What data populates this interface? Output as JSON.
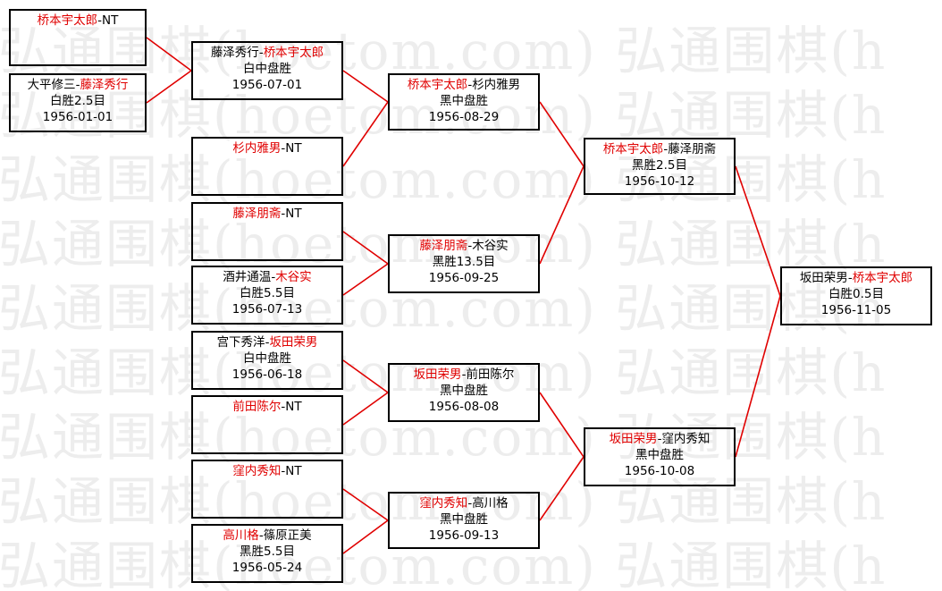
{
  "watermark": "弘通围棋(hoetom.com)",
  "colors": {
    "winner": "#e00000",
    "line": "#e00000",
    "border": "#000000",
    "watermark": "#ededed"
  },
  "nodes": [
    {
      "id": "r1a",
      "a": "桥本宇太郎",
      "b": "NT",
      "winner": "a",
      "result": "",
      "date": ""
    },
    {
      "id": "r1b",
      "a": "大平修三",
      "b": "藤泽秀行",
      "winner": "b",
      "result": "白胜2.5目",
      "date": "1956-01-01"
    },
    {
      "id": "r2a",
      "a": "藤泽秀行",
      "b": "桥本宇太郎",
      "winner": "b",
      "result": "白中盘胜",
      "date": "1956-07-01"
    },
    {
      "id": "r2b",
      "a": "杉内雅男",
      "b": "NT",
      "winner": "a",
      "result": "",
      "date": ""
    },
    {
      "id": "r2c",
      "a": "藤泽朋斋",
      "b": "NT",
      "winner": "a",
      "result": "",
      "date": ""
    },
    {
      "id": "r2d",
      "a": "酒井通温",
      "b": "木谷实",
      "winner": "b",
      "result": "白胜5.5目",
      "date": "1956-07-13"
    },
    {
      "id": "r2e",
      "a": "宫下秀洋",
      "b": "坂田荣男",
      "winner": "b",
      "result": "白中盘胜",
      "date": "1956-06-18"
    },
    {
      "id": "r2f",
      "a": "前田陈尔",
      "b": "NT",
      "winner": "a",
      "result": "",
      "date": ""
    },
    {
      "id": "r2g",
      "a": "窪内秀知",
      "b": "NT",
      "winner": "a",
      "result": "",
      "date": ""
    },
    {
      "id": "r2h",
      "a": "高川格",
      "b": "篠原正美",
      "winner": "a",
      "result": "黑胜5.5目",
      "date": "1956-05-24"
    },
    {
      "id": "r3a",
      "a": "桥本宇太郎",
      "b": "杉内雅男",
      "winner": "a",
      "result": "黑中盘胜",
      "date": "1956-08-29"
    },
    {
      "id": "r3b",
      "a": "藤泽朋斋",
      "b": "木谷实",
      "winner": "a",
      "result": "黑胜13.5目",
      "date": "1956-09-25"
    },
    {
      "id": "r3c",
      "a": "坂田荣男",
      "b": "前田陈尔",
      "winner": "a",
      "result": "黑中盘胜",
      "date": "1956-08-08"
    },
    {
      "id": "r3d",
      "a": "窪内秀知",
      "b": "高川格",
      "winner": "a",
      "result": "黑中盘胜",
      "date": "1956-09-13"
    },
    {
      "id": "r4a",
      "a": "桥本宇太郎",
      "b": "藤泽朋斋",
      "winner": "a",
      "result": "黑胜2.5目",
      "date": "1956-10-12"
    },
    {
      "id": "r4b",
      "a": "坂田荣男",
      "b": "窪内秀知",
      "winner": "a",
      "result": "黑中盘胜",
      "date": "1956-10-08"
    },
    {
      "id": "r5",
      "a": "坂田荣男",
      "b": "桥本宇太郎",
      "winner": "b",
      "result": "白胜0.5目",
      "date": "1956-11-05"
    }
  ],
  "links": [
    {
      "from": "r1a",
      "to": "r2a"
    },
    {
      "from": "r1b",
      "to": "r2a"
    },
    {
      "from": "r2a",
      "to": "r3a"
    },
    {
      "from": "r2b",
      "to": "r3a"
    },
    {
      "from": "r2c",
      "to": "r3b"
    },
    {
      "from": "r2d",
      "to": "r3b"
    },
    {
      "from": "r2e",
      "to": "r3c"
    },
    {
      "from": "r2f",
      "to": "r3c"
    },
    {
      "from": "r2g",
      "to": "r3d"
    },
    {
      "from": "r2h",
      "to": "r3d"
    },
    {
      "from": "r3a",
      "to": "r4a"
    },
    {
      "from": "r3b",
      "to": "r4a"
    },
    {
      "from": "r3c",
      "to": "r4b"
    },
    {
      "from": "r3d",
      "to": "r4b"
    },
    {
      "from": "r4a",
      "to": "r5"
    },
    {
      "from": "r4b",
      "to": "r5"
    }
  ]
}
